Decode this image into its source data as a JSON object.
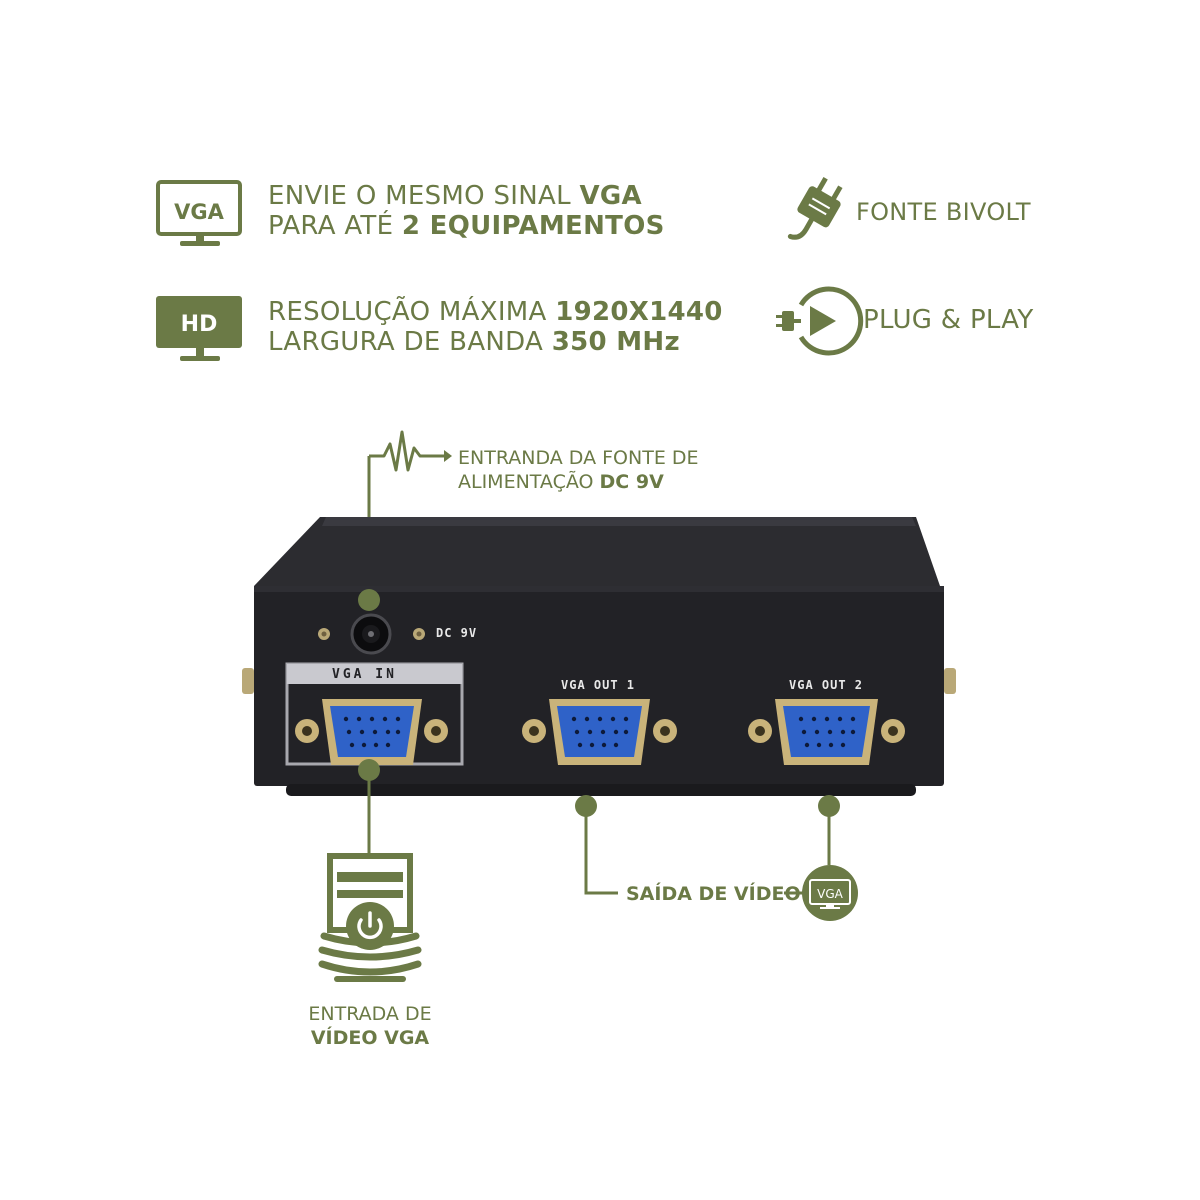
{
  "colors": {
    "accent": "#6b7a46",
    "device_body": "#222226",
    "vga_connector": "#2f62c8",
    "connector_shell": "#c9b37a"
  },
  "features": [
    {
      "icon": "vga-monitor-icon",
      "icon_label": "VGA",
      "line1_pre": "ENVIE O MESMO SINAL ",
      "line1_bold": "VGA",
      "line2_pre": "PARA ATÉ ",
      "line2_bold": "2 EQUIPAMENTOS"
    },
    {
      "icon": "hd-monitor-icon",
      "icon_label": "HD",
      "line1_pre": "RESOLUÇÃO MÁXIMA ",
      "line1_bold": "1920X1440",
      "line2_pre": "LARGURA DE BANDA ",
      "line2_bold": "350 MHz"
    },
    {
      "icon": "power-plug-icon",
      "text": "FONTE BIVOLT"
    },
    {
      "icon": "plug-play-icon",
      "text": "PLUG & PLAY"
    }
  ],
  "device": {
    "dc_label": "DC 9V",
    "vga_in_label": "VGA IN",
    "vga_out1_label": "VGA OUT 1",
    "vga_out2_label": "VGA OUT 2"
  },
  "callouts": {
    "power_line1": "ENTRANDA DA FONTE DE",
    "power_line2_pre": "ALIMENTAÇÃO ",
    "power_line2_bold": "DC 9V",
    "output_label": "SAÍDA DE VÍDEO",
    "output_icon_label": "VGA",
    "input_line1": "ENTRADA DE",
    "input_line2": "VÍDEO VGA"
  }
}
